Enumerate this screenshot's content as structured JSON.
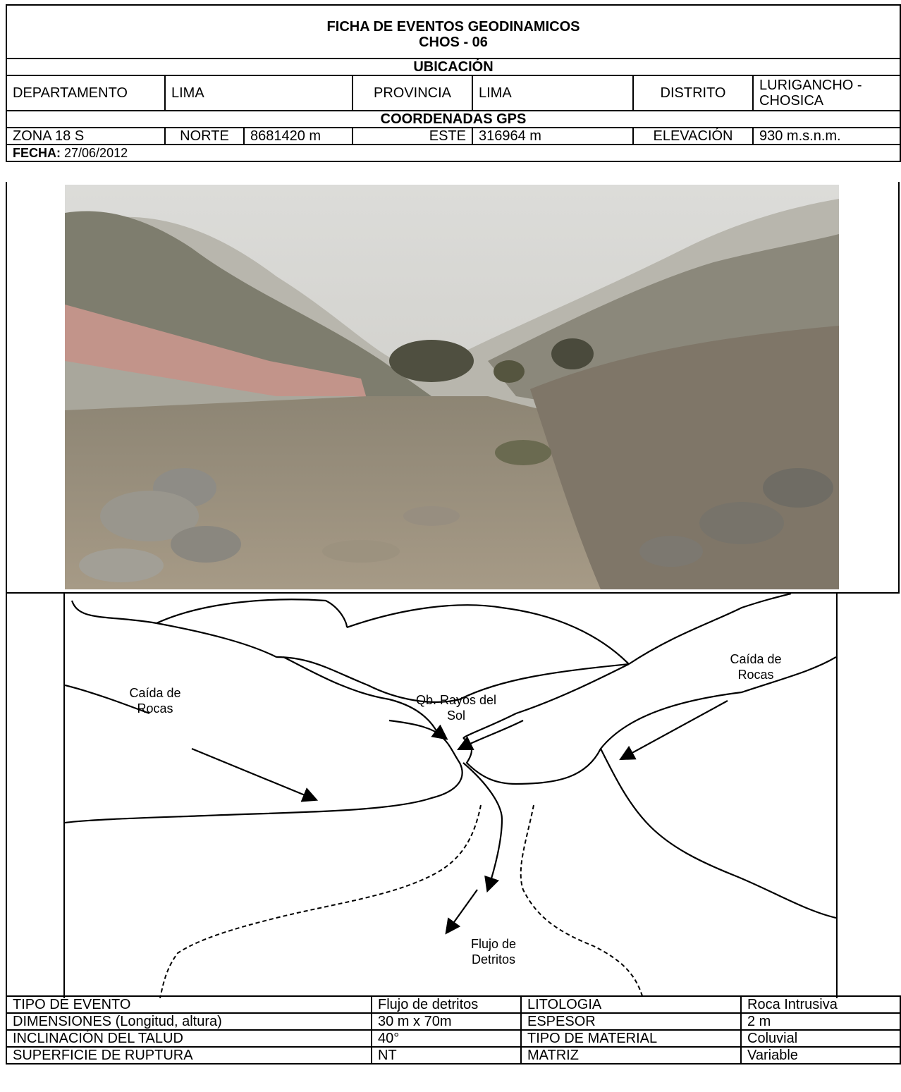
{
  "header": {
    "title_line1": "FICHA DE EVENTOS GEODINAMICOS",
    "title_line2": "CHOS - 06",
    "ubicacion": "UBICACIÓN"
  },
  "location": {
    "departamento_label": "DEPARTAMENTO",
    "departamento_value": "LIMA",
    "provincia_label": "PROVINCIA",
    "provincia_value": "LIMA",
    "distrito_label": "DISTRITO",
    "distrito_value": "LURIGANCHO - CHOSICA"
  },
  "coords": {
    "heading": "COORDENADAS GPS",
    "zona": "ZONA 18 S",
    "norte_label": "NORTE",
    "norte_value": "8681420 m",
    "este_label": "ESTE",
    "este_value": "316964 m",
    "elevacion_label": "ELEVACIÓN",
    "elevacion_value": "930 m.s.n.m."
  },
  "fecha": {
    "label": "FECHA:",
    "value": "27/06/2012"
  },
  "sketch": {
    "left_label_1": "Caída de",
    "left_label_2": "Rocas",
    "right_label_1": "Caída de",
    "right_label_2": "Rocas",
    "center_label_1": "Qb. Rayos del",
    "center_label_2": "Sol",
    "flow_label_1": "Flujo de",
    "flow_label_2": "Detritos"
  },
  "details": {
    "rows": [
      {
        "k1": "TIPO DE EVENTO",
        "v1": "Flujo de detritos",
        "k2": "LITOLOGIA",
        "v2": "Roca Intrusiva"
      },
      {
        "k1": "DIMENSIONES (Longitud, altura)",
        "v1": "30 m x 70m",
        "k2": "ESPESOR",
        "v2": "2 m"
      },
      {
        "k1": "INCLINACIÓN DEL TALUD",
        "v1": "40°",
        "k2": "TIPO DE MATERIAL",
        "v2": "Coluvial"
      },
      {
        "k1": "SUPERFICIE DE RUPTURA",
        "v1": "NT",
        "k2": "MATRIZ",
        "v2": "Variable"
      }
    ]
  },
  "colors": {
    "sky": "#d9d9d6",
    "hill": "#8a8878",
    "ground": "#9a8e7c",
    "wall": "#c2948a"
  }
}
